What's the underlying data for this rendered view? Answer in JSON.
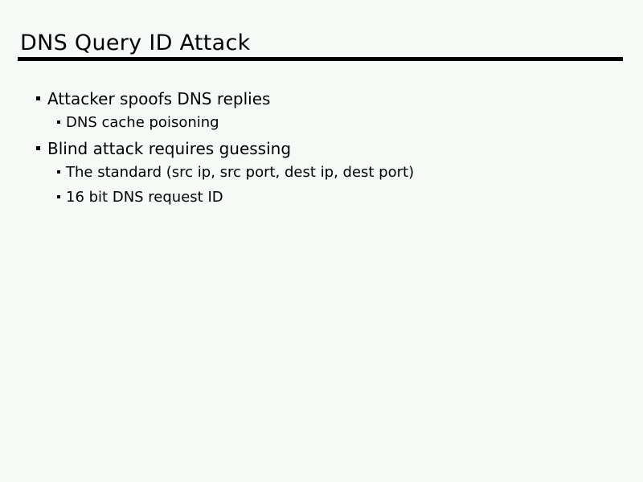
{
  "slide": {
    "title": "DNS Query ID Attack",
    "colors": {
      "background": "#f6faf7",
      "text": "#000000",
      "rule": "#000000"
    },
    "bullets": [
      {
        "level": 1,
        "text": "Attacker spoofs DNS replies"
      },
      {
        "level": 2,
        "text": "DNS cache poisoning"
      },
      {
        "level": 1,
        "text": "Blind attack requires guessing"
      },
      {
        "level": 2,
        "text": "The standard (src ip, src port, dest ip, dest port)"
      },
      {
        "level": 2,
        "text": "16 bit DNS request ID"
      }
    ]
  }
}
